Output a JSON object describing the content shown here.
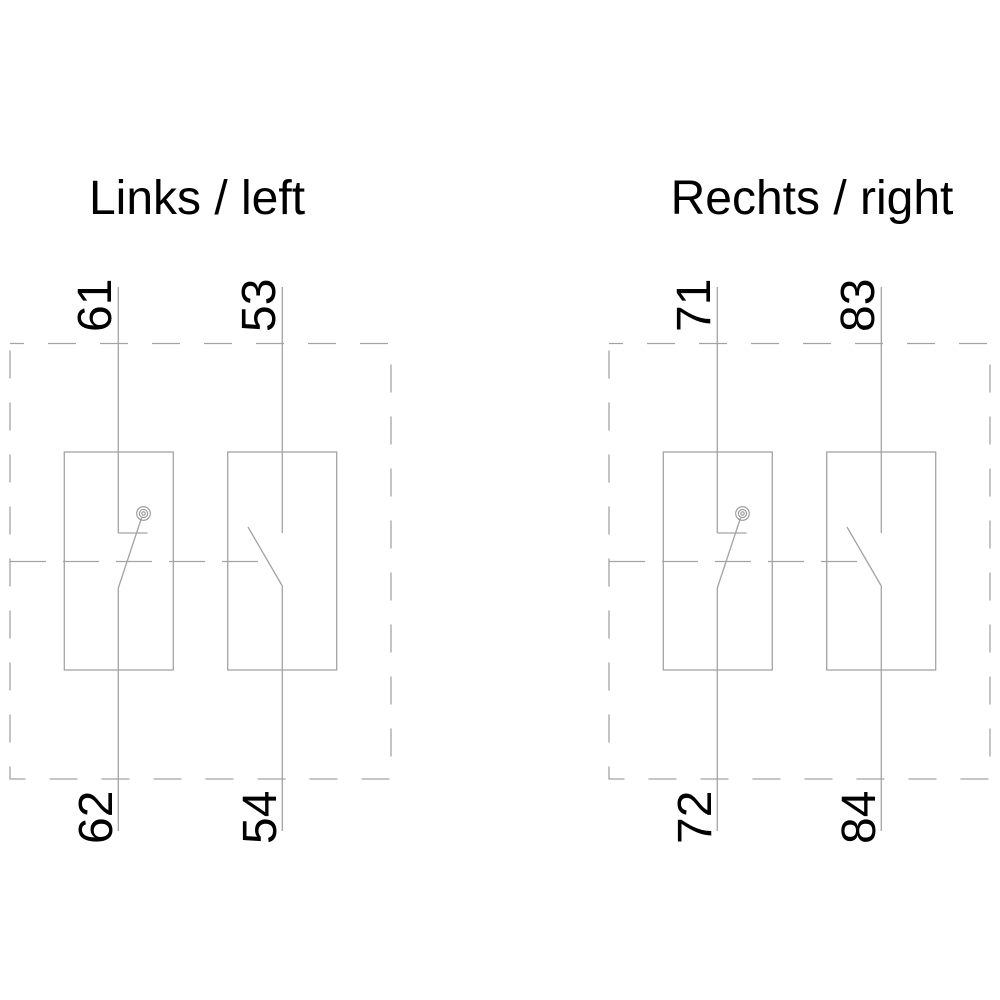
{
  "colors": {
    "line": "#a3a3a3",
    "text": "#000000",
    "background": "#ffffff"
  },
  "diagrams": [
    {
      "side": "left",
      "title": "Links / left",
      "contacts": [
        {
          "type": "nc-contact-with-actuator",
          "top_terminal": "61",
          "bottom_terminal": "62"
        },
        {
          "type": "no-contact",
          "top_terminal": "53",
          "bottom_terminal": "54"
        }
      ]
    },
    {
      "side": "right",
      "title": "Rechts / right",
      "contacts": [
        {
          "type": "nc-contact-with-actuator",
          "top_terminal": "71",
          "bottom_terminal": "72"
        },
        {
          "type": "no-contact",
          "top_terminal": "83",
          "bottom_terminal": "84"
        }
      ]
    }
  ]
}
